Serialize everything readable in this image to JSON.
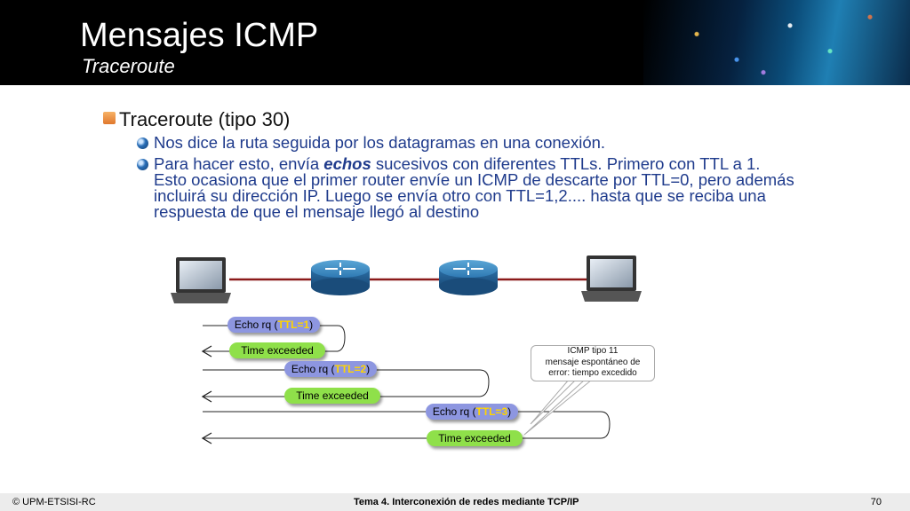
{
  "header": {
    "title": "Mensajes ICMP",
    "subtitle": "Traceroute"
  },
  "content": {
    "heading": "Traceroute (tipo 30)",
    "bullets": [
      "Nos dice la ruta seguida por los datagramas en una conexión.",
      {
        "pre": "Para hacer esto, envía ",
        "emphasis": "echos",
        "post": " sucesivos con diferentes TTLs. Primero con TTL a 1. Esto ocasiona que el primer router envíe un ICMP de descarte por TTL=0, pero además incluirá su dirección IP. Luego se envía otro con TTL=1,2.... hasta que se reciba una respuesta de que el mensaje llegó al destino"
      }
    ]
  },
  "diagram": {
    "nodes": [
      "laptop-icon",
      "router-icon",
      "router-icon",
      "laptop-icon"
    ],
    "messages": [
      {
        "pre": "Echo rq (",
        "ttl": "TTL=1",
        "post": ")"
      },
      {
        "label": "Time exceeded"
      },
      {
        "pre": "Echo rq (",
        "ttl": "TTL=2",
        "post": ")"
      },
      {
        "label": "Time exceeded"
      },
      {
        "pre": "Echo rq (",
        "ttl": "TTL=3",
        "post": ")"
      },
      {
        "label": "Time exceeded"
      }
    ],
    "callout": [
      "ICMP tipo 11",
      "mensaje espontáneo de",
      "error:  tiempo excedido"
    ],
    "colors": {
      "echo": "#8d96e0",
      "time_exceeded": "#8fe04a",
      "ttl": "#ffd400",
      "link": "#8b1a1a"
    }
  },
  "footer": {
    "left": "© UPM-ETSISI-RC",
    "center": "Tema 4. Interconexión de redes mediante TCP/IP",
    "page": "70"
  }
}
